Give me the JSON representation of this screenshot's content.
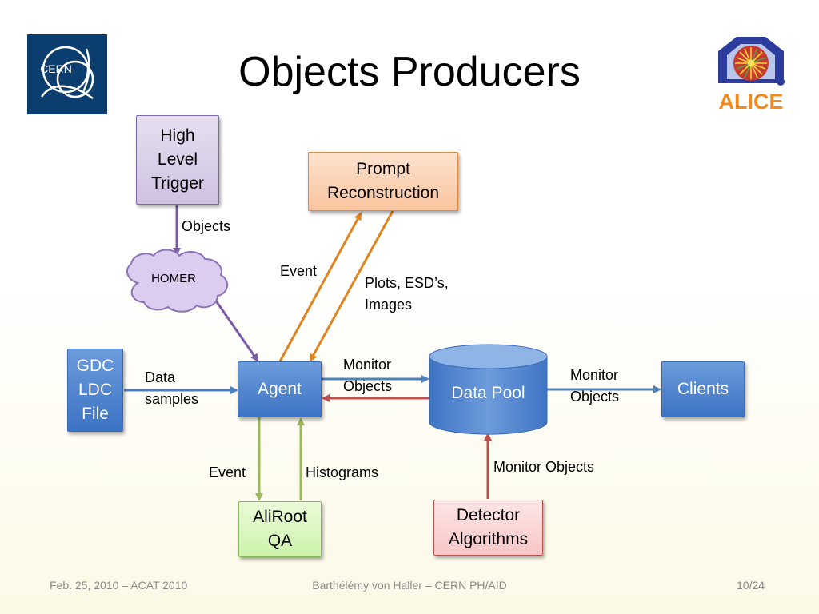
{
  "title": "Objects Producers",
  "logos": {
    "cern": "CERN",
    "alice": "ALICE"
  },
  "nodes": {
    "hlt": [
      "High",
      "Level",
      "Trigger"
    ],
    "prompt": [
      "Prompt",
      "Reconstruction"
    ],
    "homer": "HOMER",
    "gdc": [
      "GDC",
      "LDC",
      "File"
    ],
    "agent": "Agent",
    "datapool": "Data Pool",
    "clients": "Clients",
    "aliroot": [
      "AliRoot",
      "QA"
    ],
    "detector": [
      "Detector",
      "Algorithms"
    ]
  },
  "edge_labels": {
    "objects": "Objects",
    "event_top": "Event",
    "plots": [
      "Plots, ESD’s,",
      "Images"
    ],
    "data_samples": [
      "Data",
      "samples"
    ],
    "monitor_agent": [
      "Monitor",
      "Objects"
    ],
    "monitor_clients": [
      "Monitor",
      "Objects"
    ],
    "event_bottom": "Event",
    "histograms": "Histograms",
    "monitor_detector": "Monitor Objects"
  },
  "footer": {
    "left": "Feb. 25, 2010 – ACAT 2010",
    "center": "Barthélémy von Haller – CERN PH/AID",
    "right": "10/24"
  }
}
